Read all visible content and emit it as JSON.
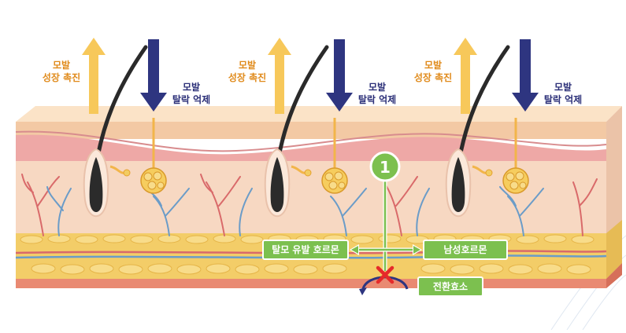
{
  "annotations": {
    "growth_label_line1": "모발",
    "growth_label_line2": "성장 촉진",
    "suppress_label_line1": "모발",
    "suppress_label_line2": "탈락 억제"
  },
  "mechanism": {
    "step_number": "1",
    "left_box": "탈모 유발 호르몬",
    "right_box": "남성호르몬",
    "enzyme_box": "전환효소"
  },
  "colors": {
    "growth_arrow": "#f7c85a",
    "suppress_arrow": "#2e3580",
    "hormone_box": "#7cc04f",
    "block_mark": "#e52a2a",
    "skin_top": "#f7d5b2",
    "dermis": "#f5cdb3",
    "fat": "#f2cc62",
    "bottom": "#e77d64"
  }
}
